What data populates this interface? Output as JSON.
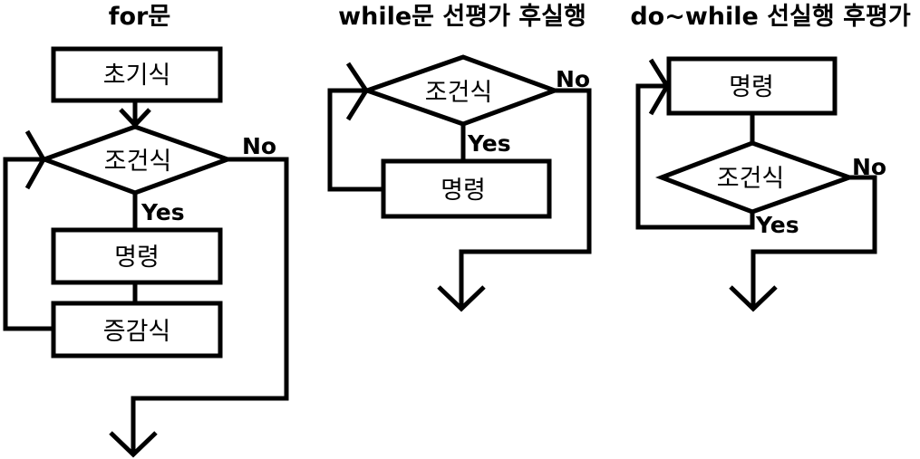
{
  "titles": {
    "for": "for문",
    "while": "while문 선평가 후실행",
    "dowhile": "do~while 선실행 후평가"
  },
  "for_chart": {
    "init": "초기식",
    "condition": "조건식",
    "body": "명령",
    "increment": "증감식",
    "yes": "Yes",
    "no": "No"
  },
  "while_chart": {
    "condition": "조건식",
    "body": "명령",
    "yes": "Yes",
    "no": "No"
  },
  "dowhile_chart": {
    "body": "명령",
    "condition": "조건식",
    "yes": "Yes",
    "no": "No"
  }
}
